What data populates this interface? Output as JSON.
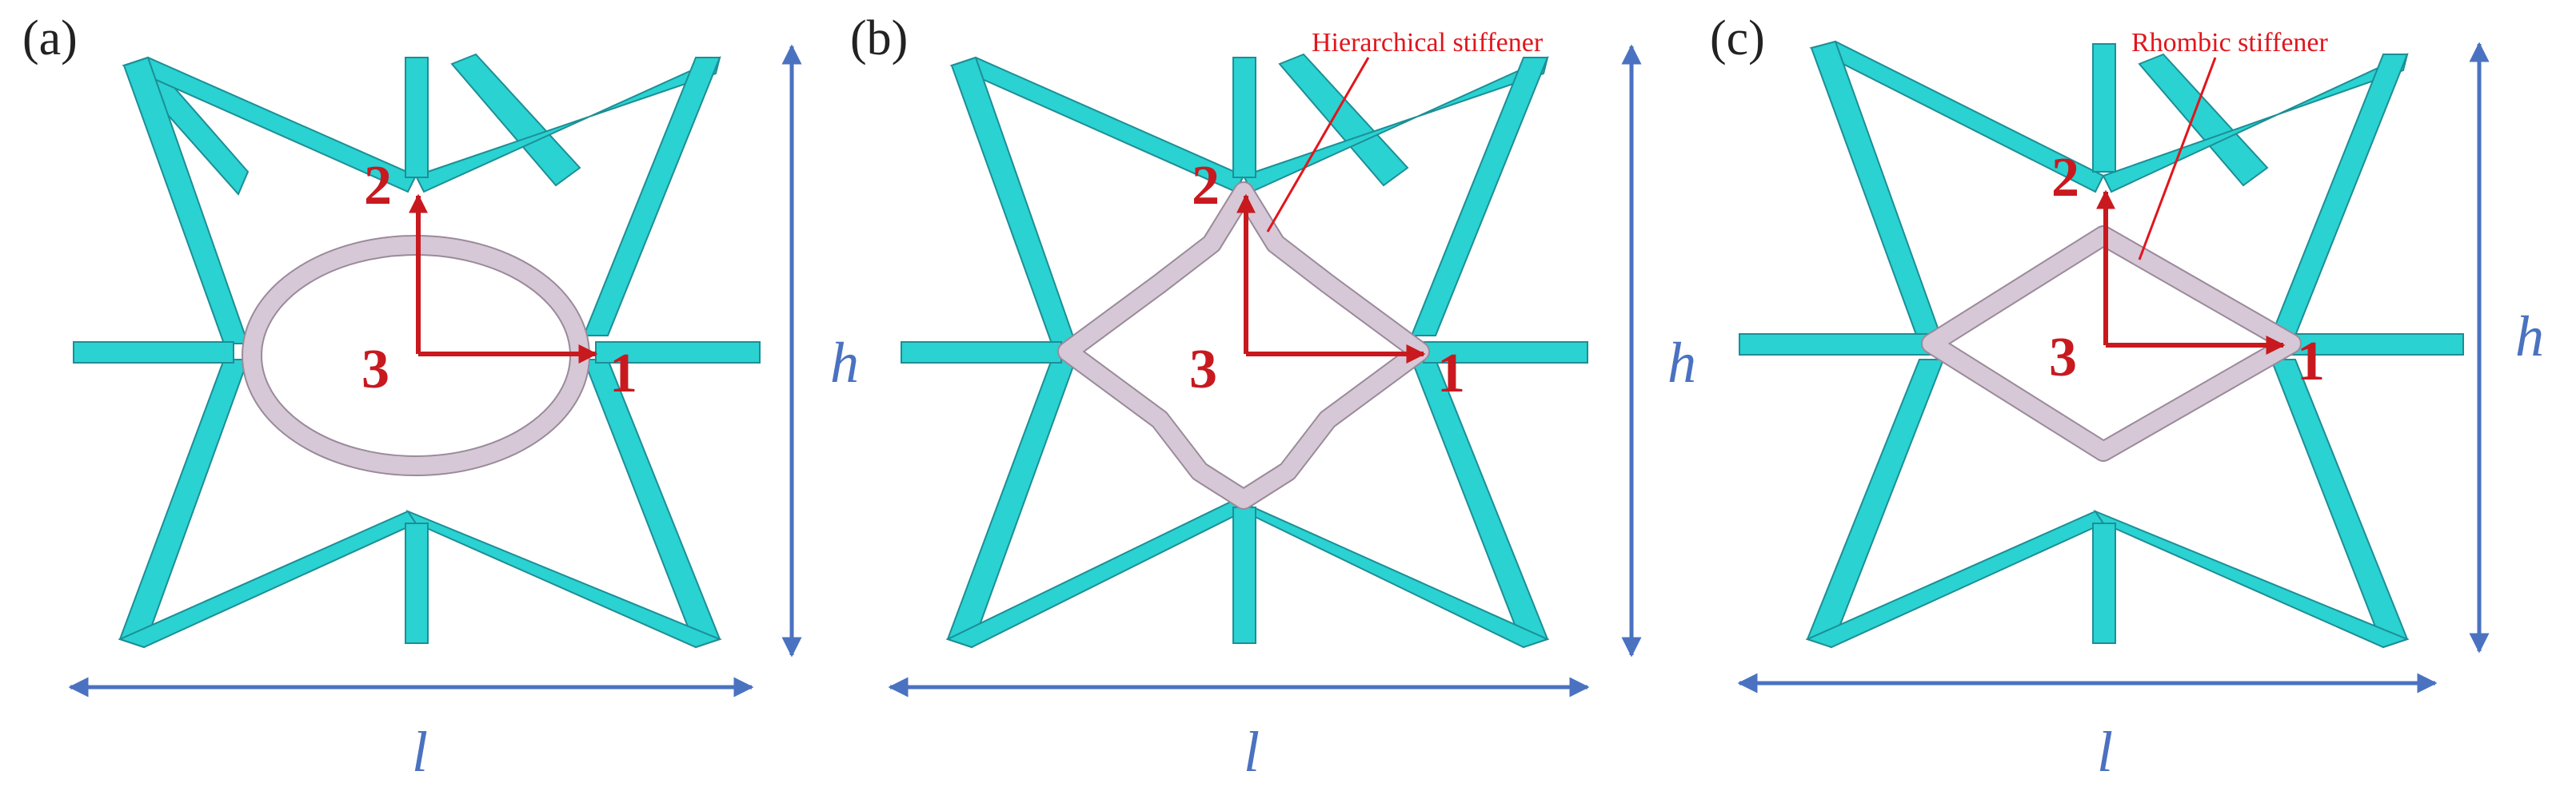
{
  "colors": {
    "strut": "#2ad2d2",
    "strut_edge": "#1d8e95",
    "stiffener": "#d7c8d7",
    "stiffener_edge": "#9a8a9a",
    "axes": "#c8191f",
    "dimension": "#4a72c0",
    "callout": "#e0161c"
  },
  "panels": [
    {
      "id": "a",
      "label": "(a)",
      "stiffener_shape": "ellipse",
      "callout": "",
      "axis_labels": {
        "x": "1",
        "y": "2",
        "z": "3"
      },
      "dimension_labels": {
        "width": "l",
        "height": "h"
      }
    },
    {
      "id": "b",
      "label": "(b)",
      "stiffener_shape": "hierarchical-star",
      "callout": "Hierarchical stiffener",
      "axis_labels": {
        "x": "1",
        "y": "2",
        "z": "3"
      },
      "dimension_labels": {
        "width": "l",
        "height": "h"
      }
    },
    {
      "id": "c",
      "label": "(c)",
      "stiffener_shape": "rhombus",
      "callout": "Rhombic stiffener",
      "axis_labels": {
        "x": "1",
        "y": "2",
        "z": "3"
      },
      "dimension_labels": {
        "width": "l",
        "height": "h"
      }
    }
  ]
}
